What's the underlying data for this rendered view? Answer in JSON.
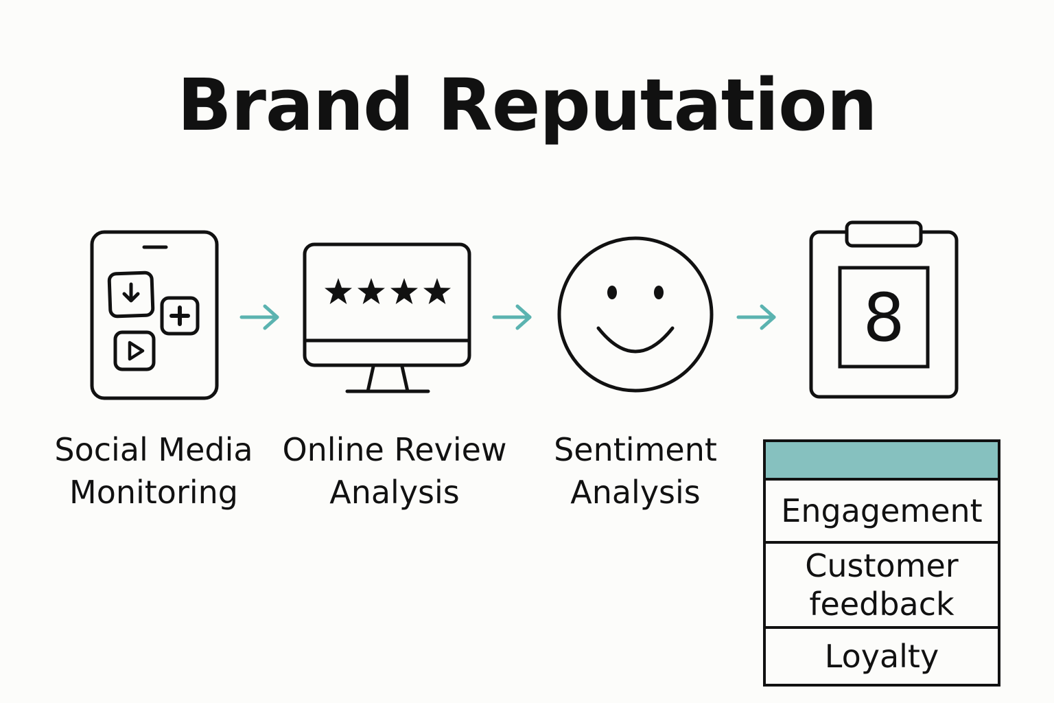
{
  "title": "Brand Reputation",
  "colors": {
    "ink": "#111111",
    "arrow": "#5bb3b0",
    "table_header": "#86c1bf",
    "background": "#fcfcfa"
  },
  "steps": [
    {
      "icon": "smartphone-apps-icon",
      "label_lines": [
        "Social Media",
        "Monitoring"
      ]
    },
    {
      "icon": "monitor-rating-icon",
      "label_lines": [
        "Online Review",
        "Analysis"
      ],
      "stars": 4
    },
    {
      "icon": "smiley-face-icon",
      "label_lines": [
        "Sentiment",
        "Analysis"
      ]
    },
    {
      "icon": "clipboard-score-icon",
      "score": "8"
    }
  ],
  "metrics": {
    "rows": [
      {
        "lines": [
          "Engagement"
        ]
      },
      {
        "lines": [
          "Customer",
          "feedback"
        ]
      },
      {
        "lines": [
          "Loyalty"
        ]
      }
    ]
  }
}
